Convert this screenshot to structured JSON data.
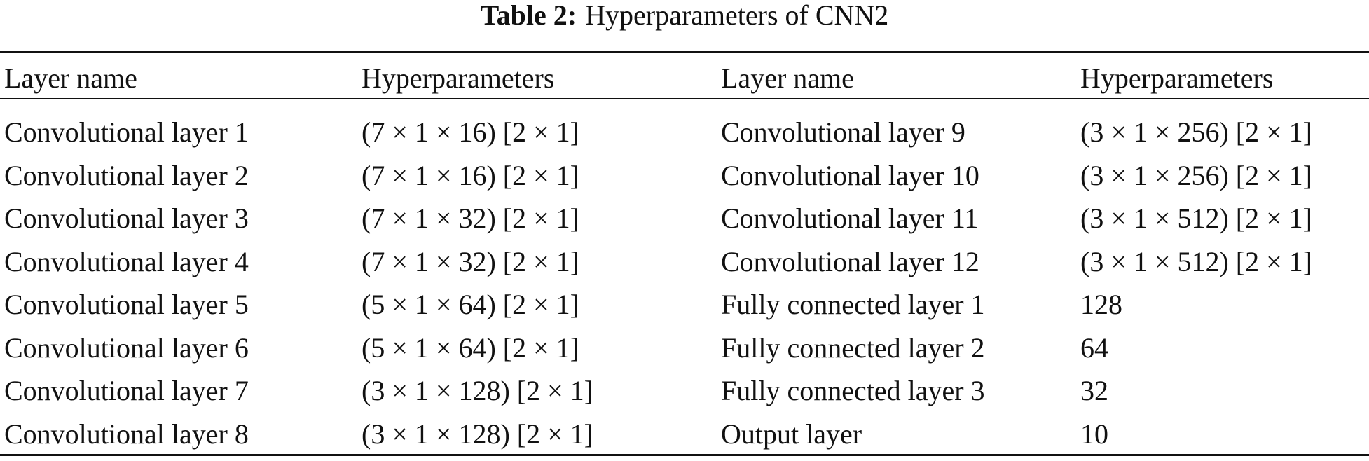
{
  "caption": {
    "label": "Table 2:",
    "text": "Hyperparameters of CNN2"
  },
  "table": {
    "headers": [
      "Layer name",
      "Hyperparameters",
      "Layer name",
      "Hyperparameters"
    ],
    "rows": [
      [
        "Convolutional layer 1",
        "(7 × 1 × 16) [2 × 1]",
        "Convolutional layer 9",
        "(3 × 1 × 256) [2 × 1]"
      ],
      [
        "Convolutional layer 2",
        "(7 × 1 × 16) [2 × 1]",
        "Convolutional layer 10",
        "(3 × 1 × 256) [2 × 1]"
      ],
      [
        "Convolutional layer 3",
        "(7 × 1 × 32) [2 × 1]",
        "Convolutional layer 11",
        "(3 × 1 × 512) [2 × 1]"
      ],
      [
        "Convolutional layer 4",
        "(7 × 1 × 32) [2 × 1]",
        "Convolutional layer 12",
        "(3 × 1 × 512) [2 × 1]"
      ],
      [
        "Convolutional layer 5",
        "(5 × 1 × 64) [2 × 1]",
        "Fully connected layer 1",
        "128"
      ],
      [
        "Convolutional layer 6",
        "(5 × 1 × 64) [2 × 1]",
        "Fully connected layer 2",
        "64"
      ],
      [
        "Convolutional layer 7",
        "(3 × 1 × 128) [2 × 1]",
        "Fully connected layer 3",
        "32"
      ],
      [
        "Convolutional layer 8",
        "(3 × 1 × 128) [2 × 1]",
        "Output layer",
        "10"
      ]
    ]
  }
}
